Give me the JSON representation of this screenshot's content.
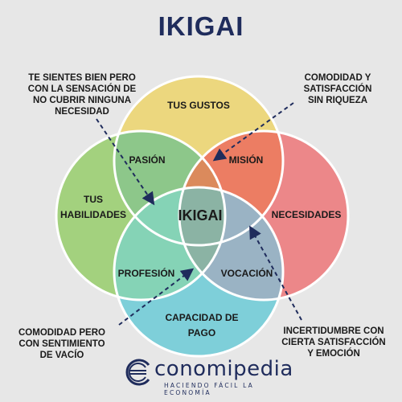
{
  "title": "IKIGAI",
  "circles": {
    "gustos": {
      "label": "TUS GUSTOS",
      "color": "#ecd77e"
    },
    "habilidades": {
      "label_line1": "TUS",
      "label_line2": "HABILIDADES",
      "color": "#a3d17e"
    },
    "necesidades": {
      "label": "NECESIDADES",
      "color": "#ec8789"
    },
    "pago": {
      "label_line1": "CAPACIDAD DE",
      "label_line2": "PAGO",
      "color": "#7ecfd9"
    }
  },
  "overlaps": {
    "pasion": {
      "label": "PASIÓN",
      "color": "#8dc78a"
    },
    "mision": {
      "label": "MISIÓN",
      "color": "#ec7d63"
    },
    "profesion": {
      "label": "PROFESIÓN",
      "color": "#85d3b6"
    },
    "vocacion": {
      "label": "VOCACIÓN",
      "color": "#9ab3c4"
    },
    "center": {
      "label": "IKIGAI",
      "color": "#8bb3a4"
    },
    "top_mid": {
      "color": "#db8a5c"
    }
  },
  "notes": {
    "top_left": [
      "TE SIENTES BIEN PERO",
      "CON LA SENSACIÓN DE",
      "NO CUBRIR NINGUNA",
      "NECESIDAD"
    ],
    "top_right": [
      "COMODIDAD Y",
      "SATISFACCIÓN",
      "SIN RIQUEZA"
    ],
    "bottom_left": [
      "COMODIDAD PERO",
      "CON SENTIMIENTO",
      "DE VACÍO"
    ],
    "bottom_right": [
      "INCERTIDUMBRE CON",
      "CIERTA SATISFACCIÓN",
      "Y EMOCIÓN"
    ]
  },
  "logo": {
    "word": "conomipedia",
    "tagline": "HACIENDO FÁCIL LA ECONOMÍA",
    "color": "#1f2c5c"
  }
}
